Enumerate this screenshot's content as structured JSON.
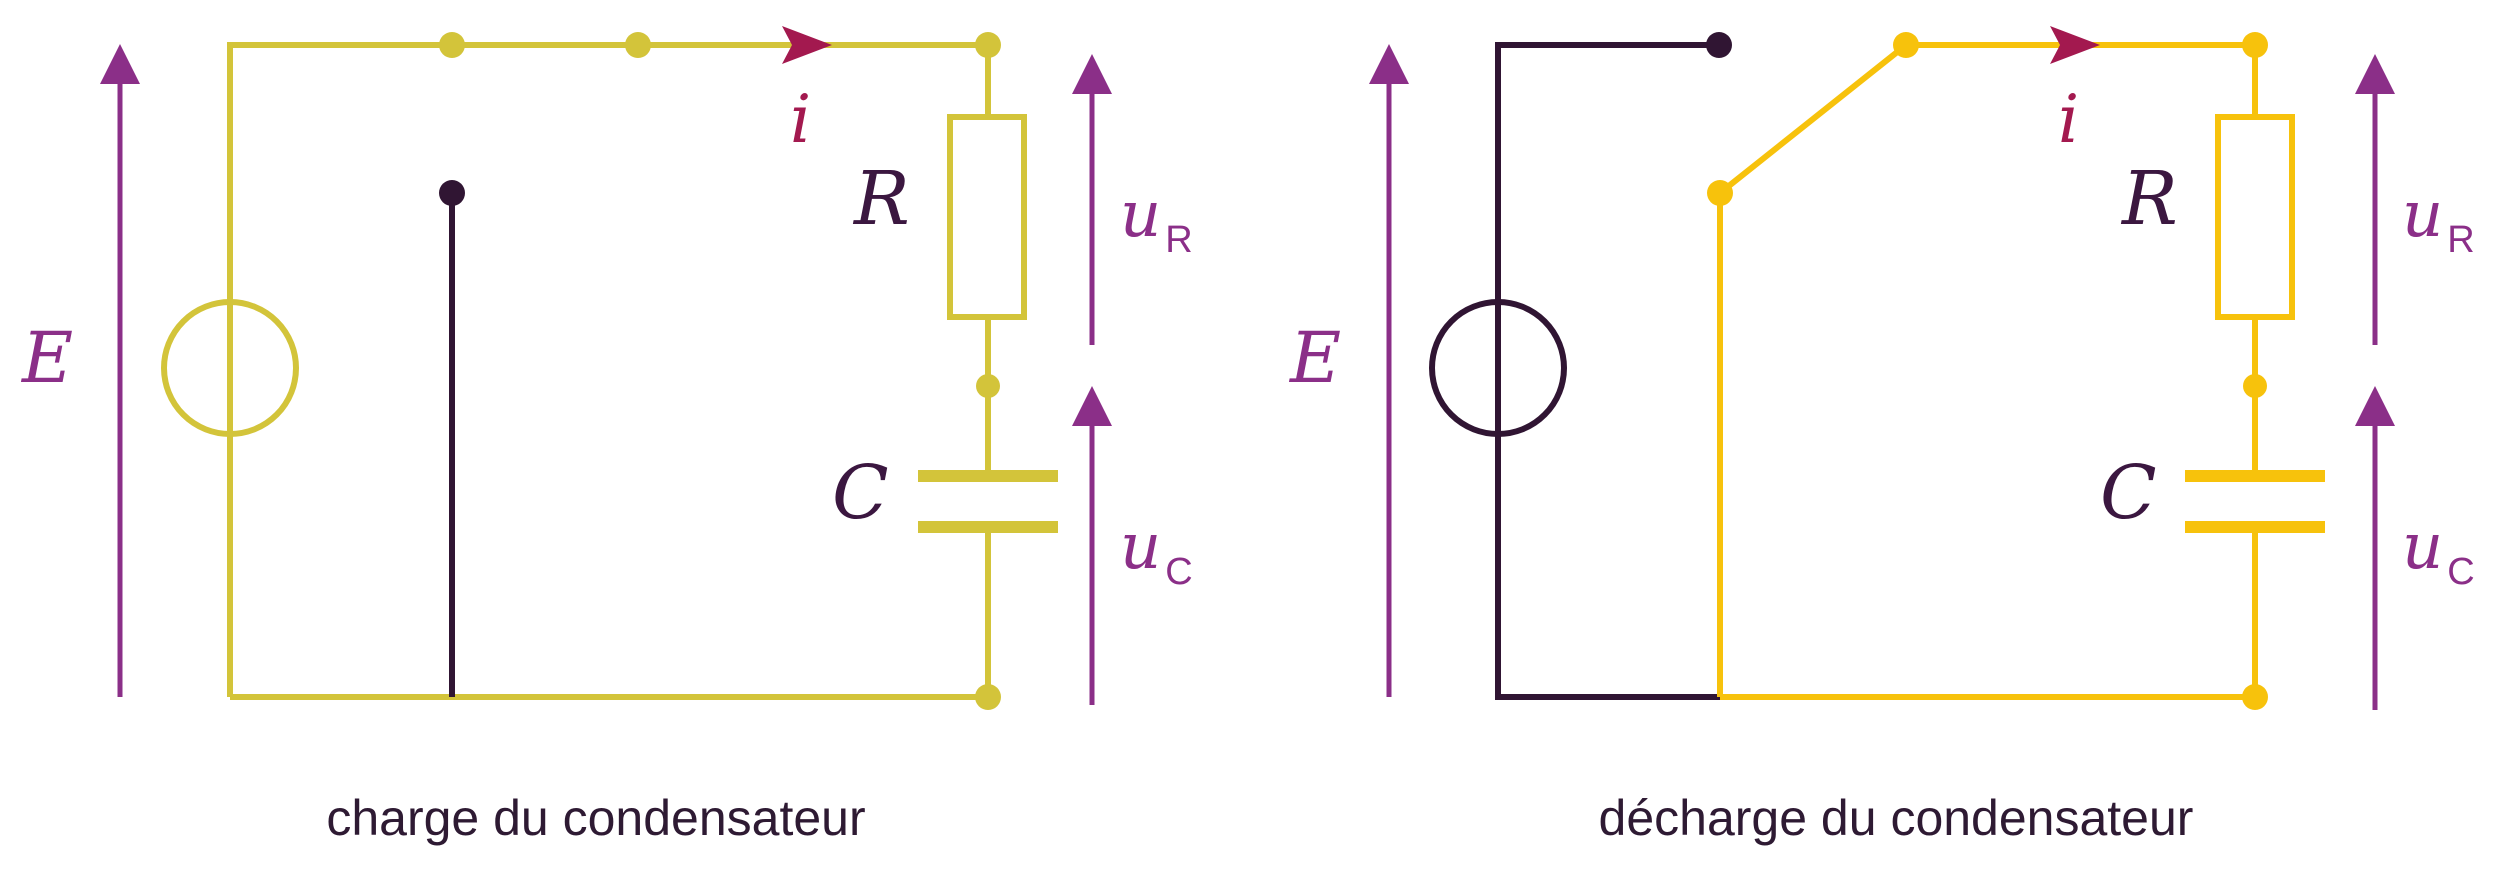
{
  "colors": {
    "charge_wire": "#d3c43a",
    "discharge_wire": "#f7c20c",
    "dark": "#301533",
    "voltage_arrow": "#8b2f88",
    "current_arrow": "#a3194f",
    "symbol_text": "#3b1740"
  },
  "charge": {
    "label_E": "E",
    "label_i": "i",
    "label_R": "R",
    "label_C": "C",
    "label_uR_main": "u",
    "label_uR_sub": "R",
    "label_uC_main": "u",
    "label_uC_sub": "C",
    "caption": "charge du condensateur"
  },
  "discharge": {
    "label_E": "E",
    "label_i": "i",
    "label_R": "R",
    "label_C": "C",
    "label_uR_main": "u",
    "label_uR_sub": "R",
    "label_uC_main": "u",
    "label_uC_sub": "C",
    "caption": "décharge du condensateur"
  }
}
